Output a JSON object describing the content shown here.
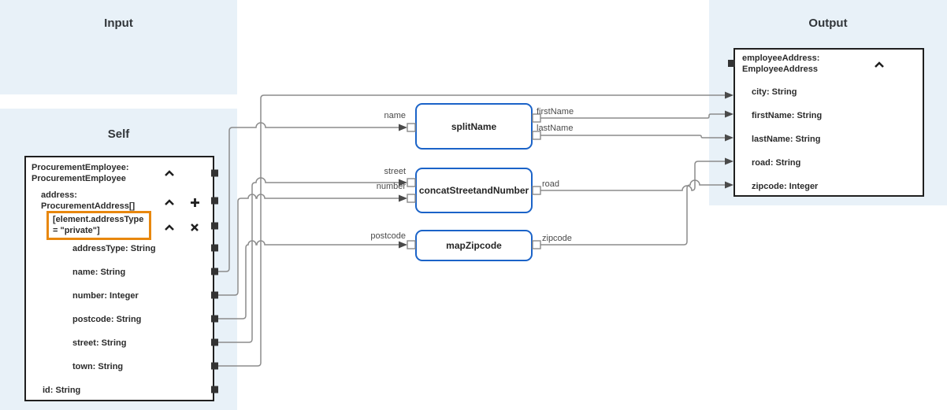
{
  "titles": {
    "input": "Input",
    "self": "Self",
    "output": "Output"
  },
  "self_tree": {
    "root_line1": "ProcurementEmployee:",
    "root_line2": "ProcurementEmployee",
    "address_line1": "address:",
    "address_line2": "ProcurementAddress[]",
    "filter_line1": "[element.addressType",
    "filter_line2": "= \"private\"]",
    "fields": [
      "addressType: String",
      "name: String",
      "number: Integer",
      "postcode: String",
      "street: String",
      "town: String"
    ],
    "id_field": "id: String"
  },
  "functions": [
    {
      "name": "splitName",
      "inputs": [
        "name"
      ],
      "outputs": [
        "firstName",
        "lastName"
      ]
    },
    {
      "name": "concatStreetandNumber",
      "inputs": [
        "street",
        "number"
      ],
      "outputs": [
        "road"
      ]
    },
    {
      "name": "mapZipcode",
      "inputs": [
        "postcode"
      ],
      "outputs": [
        "zipcode"
      ]
    }
  ],
  "output_tree": {
    "root_line1": "employeeAddress:",
    "root_line2": "EmployeeAddress",
    "fields": [
      "city: String",
      "firstName: String",
      "lastName: String",
      "road: String",
      "zipcode: Integer"
    ]
  },
  "mappings": [
    {
      "source": "town",
      "target": "city"
    },
    {
      "source": "name",
      "target": "splitName.name"
    },
    {
      "source": "street",
      "target": "concatStreetandNumber.street"
    },
    {
      "source": "number",
      "target": "concatStreetandNumber.number"
    },
    {
      "source": "postcode",
      "target": "mapZipcode.postcode"
    },
    {
      "source": "splitName.firstName",
      "target": "firstName"
    },
    {
      "source": "splitName.lastName",
      "target": "lastName"
    },
    {
      "source": "concatStreetandNumber.road",
      "target": "road"
    },
    {
      "source": "mapZipcode.zipcode",
      "target": "zipcode"
    }
  ],
  "colors": {
    "panel_bg": "#e8f1f8",
    "function_border": "#1b63c8",
    "highlight_border": "#e8870e",
    "wire": "#8c8c8c",
    "box_border": "#1f1f1f"
  }
}
